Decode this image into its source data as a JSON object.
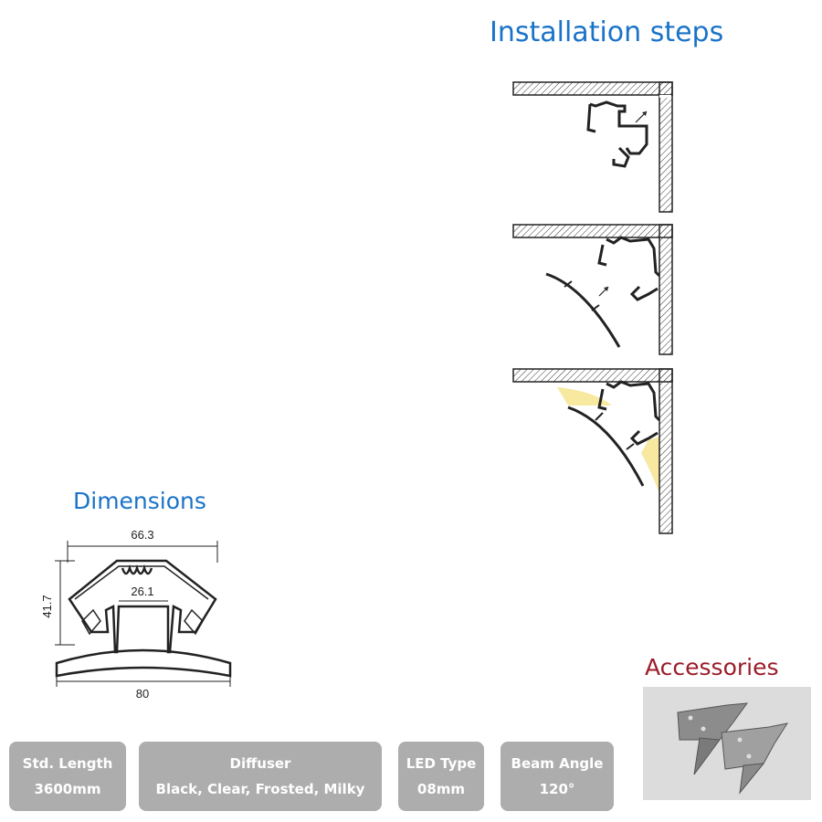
{
  "installation": {
    "title": "Installation steps"
  },
  "dimensions": {
    "title": "Dimensions",
    "width_top": "66.3",
    "height": "41.7",
    "inner_width": "26.1",
    "base_width": "80"
  },
  "accessories": {
    "title": "Accessories"
  },
  "specs": [
    {
      "label": "Std. Length",
      "value": "3600mm"
    },
    {
      "label": "Diffuser",
      "value": "Black, Clear, Frosted, Milky"
    },
    {
      "label": "LED Type",
      "value": "08mm"
    },
    {
      "label": "Beam Angle",
      "value": "120°"
    }
  ],
  "colors": {
    "heading_blue": "#1a73c8",
    "accessories_red": "#9b1c2a",
    "spec_box": "#adadad",
    "light_glow": "#f7e9a0"
  }
}
